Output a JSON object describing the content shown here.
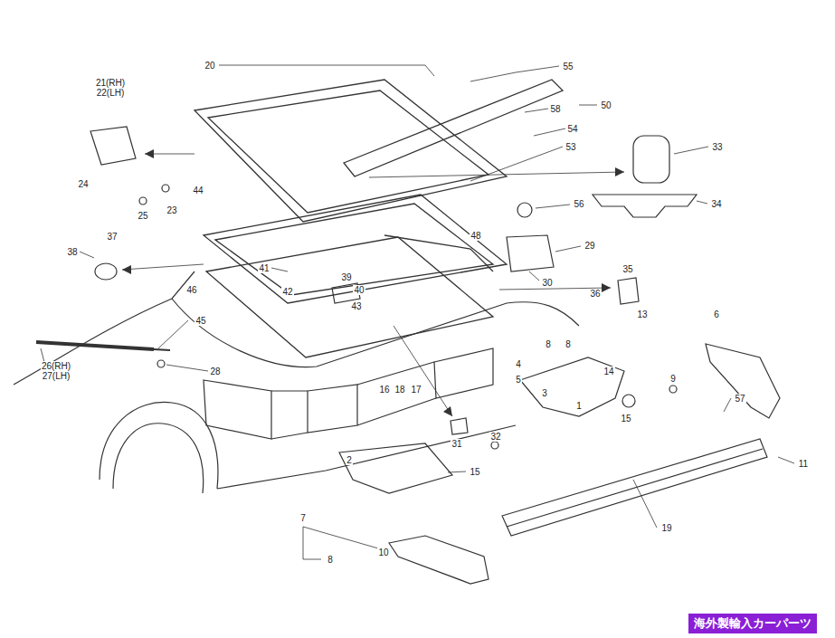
{
  "diagram": {
    "nodes": [
      {
        "text": [
          "海外製輸入カーパーツ"
        ]
      }
    ],
    "labels": [
      "20",
      "55",
      "21(RH)",
      "22(LH)",
      "50",
      "58",
      "54",
      "53",
      "33",
      "24",
      "25",
      "23",
      "44",
      "56",
      "34",
      "37",
      "48",
      "29",
      "38",
      "41",
      "39",
      "42",
      "40",
      "30",
      "35",
      "46",
      "43",
      "36",
      "13",
      "6",
      "45",
      "26(RH)",
      "27(LH)",
      "28",
      "4",
      "5",
      "8",
      "8",
      "14",
      "9",
      "3",
      "1",
      "16",
      "18",
      "17",
      "15",
      "57",
      "31",
      "32",
      "11",
      "2",
      "15",
      "7",
      "8",
      "10",
      "19"
    ]
  }
}
